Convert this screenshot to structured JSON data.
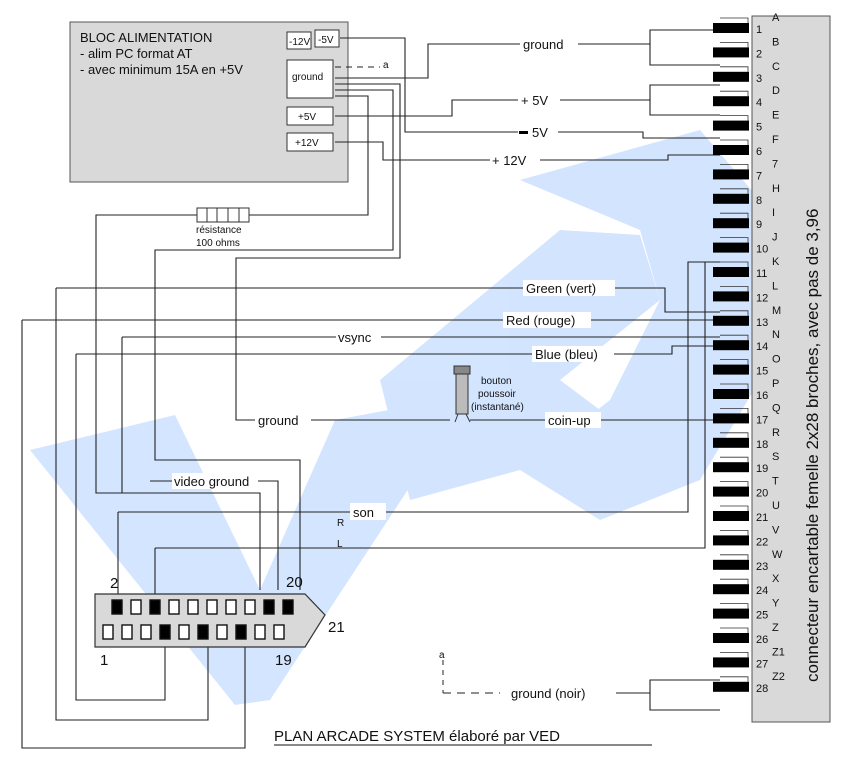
{
  "psu": {
    "title": "BLOC ALIMENTATION",
    "line1": "- alim PC format AT",
    "line2": "- avec minimum 15A en +5V",
    "out_m12": "-12V",
    "out_m5": "-5V",
    "out_ground": "ground",
    "out_p5": "+5V",
    "out_p12": "+12V",
    "marker_a": "a"
  },
  "resistor": {
    "label1": "résistance",
    "label2": "100 ohms"
  },
  "button": {
    "label1": "bouton",
    "label2": "poussoir",
    "label3": "(instantané)"
  },
  "wire_labels": {
    "ground_top": "ground",
    "p5v": "+ 5V",
    "m5v": "5V",
    "p12v": "+ 12V",
    "green": "Green (vert)",
    "red": "Red (rouge)",
    "vsync": "vsync",
    "blue": "Blue (bleu)",
    "ground_btn": "ground",
    "coinup": "coin-up",
    "video_ground": "video ground",
    "son": "son",
    "R": "R",
    "L": "L",
    "ground_noir": "ground (noir)",
    "marker_a": "a"
  },
  "scart": {
    "pin2": "2",
    "pin20": "20",
    "pin1": "1",
    "pin19": "19",
    "pin21": "21"
  },
  "connector": {
    "title": "connecteur encartable femelle 2x28 broches, avec pas de 3,96",
    "numbers": [
      "1",
      "2",
      "3",
      "4",
      "5",
      "6",
      "7",
      "8",
      "9",
      "10",
      "11",
      "12",
      "13",
      "14",
      "15",
      "16",
      "17",
      "18",
      "19",
      "20",
      "21",
      "22",
      "23",
      "24",
      "25",
      "26",
      "27",
      "28"
    ],
    "letters": [
      "A",
      "B",
      "C",
      "D",
      "E",
      "F",
      "7",
      "H",
      "I",
      "J",
      "K",
      "L",
      "M",
      "N",
      "O",
      "P",
      "Q",
      "R",
      "S",
      "T",
      "U",
      "V",
      "W",
      "X",
      "Y",
      "Z",
      "Z1",
      "Z2"
    ]
  },
  "footer": "PLAN ARCADE SYSTEM élaboré par VED",
  "watermark": "VED",
  "colors": {
    "watermark": "#cfe2ff",
    "psu_fill": "#d9d9d9",
    "connector_fill": "#d9d9d9",
    "pin_fill": "#000000",
    "scart_fill": "#d9d9d9"
  }
}
